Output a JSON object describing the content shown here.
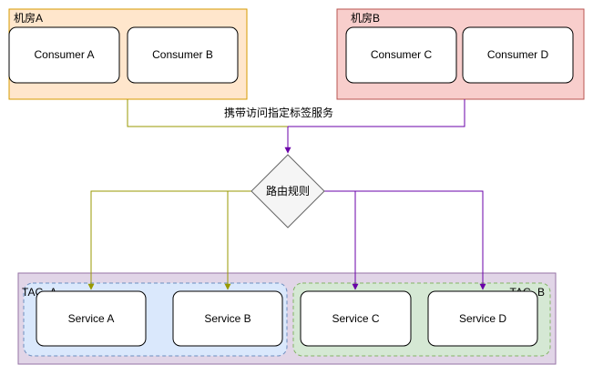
{
  "colors": {
    "room_a_fill": "#ffe6cc",
    "room_a_stroke": "#d79b00",
    "room_b_fill": "#f8cecc",
    "room_b_stroke": "#b85450",
    "outer_fill": "#e1d5e7",
    "outer_stroke": "#9673a6",
    "tag_a_fill": "#dae8fc",
    "tag_a_stroke": "#6c8ebf",
    "tag_b_fill": "#d5e8d4",
    "tag_b_stroke": "#82b366",
    "diamond_fill": "#f5f5f5",
    "diamond_stroke": "#666666",
    "arrow_olive": "#999900",
    "arrow_purple": "#6a00a8"
  },
  "rooms": {
    "a": {
      "label": "机房A"
    },
    "b": {
      "label": "机房B"
    }
  },
  "consumers": [
    "Consumer A",
    "Consumer B",
    "Consumer C",
    "Consumer D"
  ],
  "edge_label": "携带访问指定标签服务",
  "router": {
    "label": "路由规则"
  },
  "tags": {
    "a": {
      "label": "TAG_A"
    },
    "b": {
      "label": "TAG_B"
    }
  },
  "services": [
    "Service A",
    "Service B",
    "Service C",
    "Service D"
  ]
}
